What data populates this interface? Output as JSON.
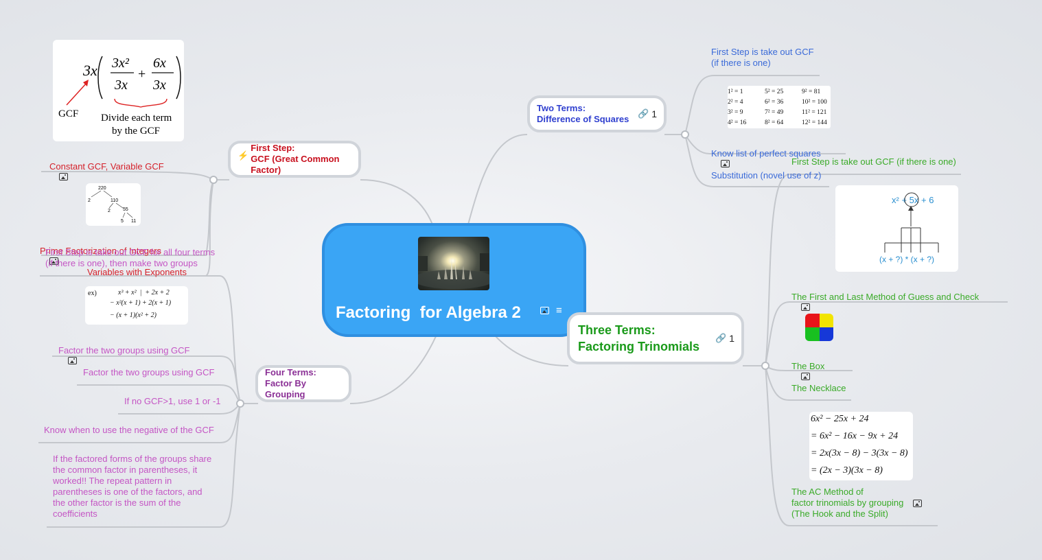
{
  "central": {
    "title": "Factoring  for Algebra 2",
    "image_icon": "image-icon",
    "notes_icon": "notes-icon"
  },
  "colors": {
    "central": "#3aa5f5",
    "gcf": "#c8101e",
    "squares": "#2f3fcf",
    "trinomials": "#1a9a1a",
    "grouping": "#8a2f95",
    "gcf_sub": "#d4202a",
    "squares_sub": "#3a6ad8",
    "tri_sub": "#3aaa28",
    "group_sub": "#c455c4"
  },
  "branches": {
    "gcf": {
      "title": "First Step:\nGCF (Great Common Factor)",
      "icon": "lightning-icon",
      "children": [
        {
          "label": "Constant GCF, Variable GCF",
          "image_label": "GCF",
          "image_caption": "Divide each term\nby the GCF"
        },
        {
          "label": "Prime Factorization of Integers",
          "tree": [
            "220",
            "2",
            "110",
            "2",
            "55",
            "5",
            "11"
          ]
        },
        {
          "label": "Variables with Exponents"
        }
      ]
    },
    "squares": {
      "title": "Two Terms:\nDifference of Squares",
      "link_count": "1",
      "children": [
        {
          "label": "First Step is take out GCF\n(if there is one)"
        },
        {
          "label": "Know list of perfect squares",
          "table": [
            "1² = 1",
            "5² = 25",
            "9² = 81",
            "2² = 4",
            "6² = 36",
            "10² = 100",
            "3² = 9",
            "7² = 49",
            "11² = 121",
            "4² = 16",
            "8² = 64",
            "12² = 144"
          ]
        },
        {
          "label": "Substitution (novel use of z)"
        }
      ]
    },
    "trinomials": {
      "title": "Three Terms:\nFactoring Trinomials",
      "link_count": "1",
      "children": [
        {
          "label": "First Step is take out GCF (if there is one)"
        },
        {
          "label": "The First and Last Method of Guess and Check",
          "top_expr": "x² + 5x + 6",
          "bottom_expr": "(x + ?) * (x + ?)"
        },
        {
          "label": "The Box"
        },
        {
          "label": "The Necklace"
        },
        {
          "label": "The AC Method of\nfactor trinomials by grouping\n(The Hook and the Split)",
          "steps": [
            "6x² − 25x + 24",
            "= 6x² − 16x − 9x + 24",
            "= 2x(3x − 8) − 3(3x − 8)",
            "= (2x − 3)(3x − 8)"
          ]
        }
      ]
    },
    "grouping": {
      "title": "Four Terms:\nFactor By Grouping",
      "children": [
        {
          "label": "First Step is take out GCF for all four terms\n(if there is one), then make two groups",
          "example": [
            "ex)",
            "x³ + x²  |  + 2x + 2",
            "− x²(x + 1) + 2(x + 1)",
            "− (x + 1)(x² + 2)"
          ]
        },
        {
          "label": "Factor the two groups using GCF"
        },
        {
          "label": "Factor the two groups using GCF"
        },
        {
          "label": "If no GCF>1, use 1 or -1"
        },
        {
          "label": "Know when to use the negative of the GCF"
        },
        {
          "label": "If the factored forms of the groups share\nthe common factor in parentheses, it\nworked!!  The repeat pattern in\nparentheses is one of the factors, and\nthe other factor is the sum of the\ncoefficients"
        }
      ]
    }
  }
}
